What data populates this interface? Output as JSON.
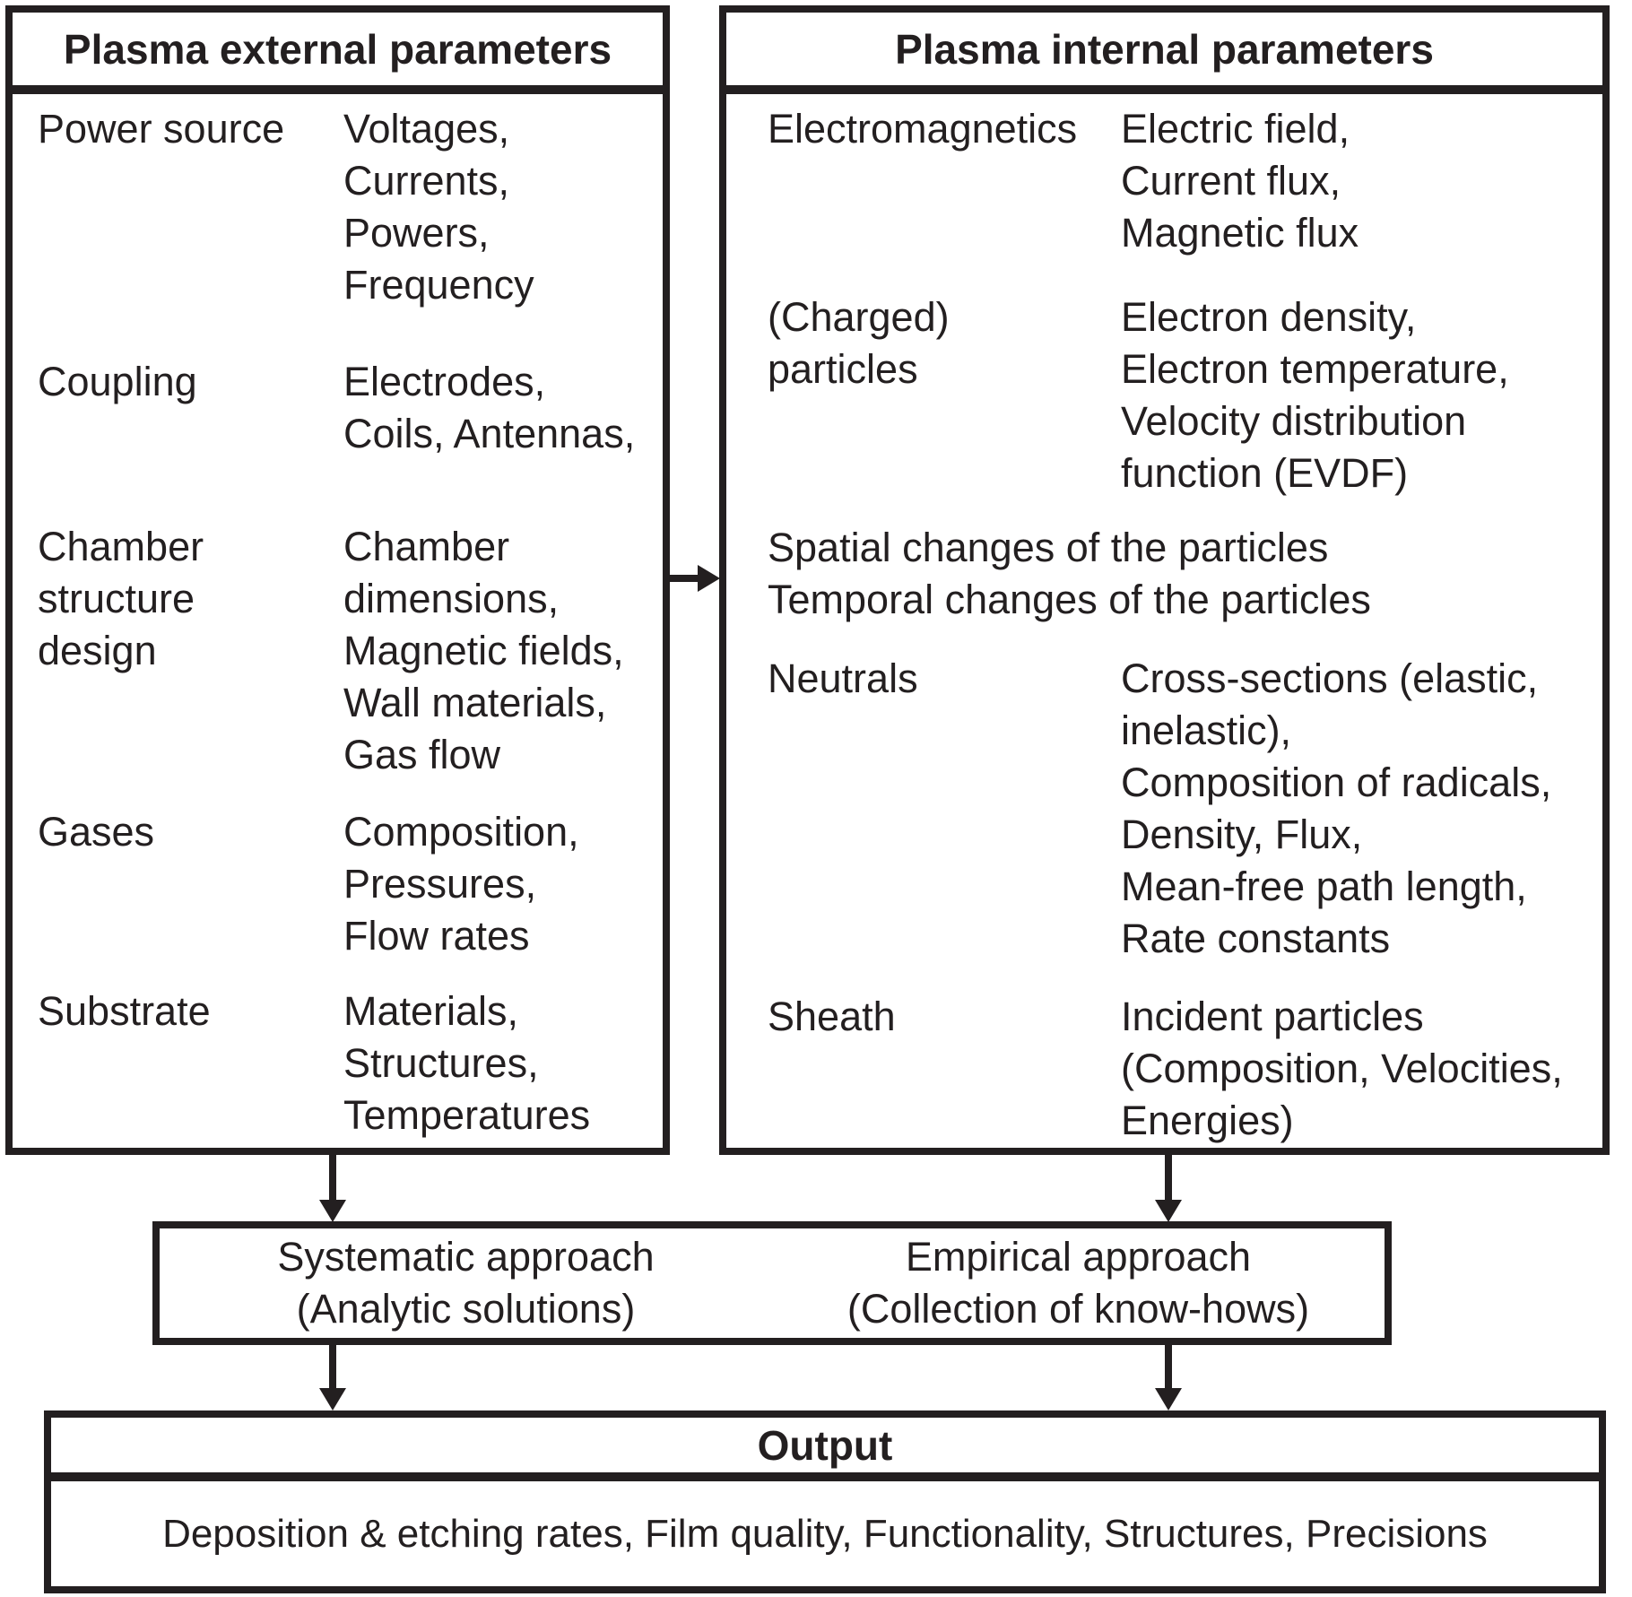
{
  "figure": {
    "background_color": "#ffffff",
    "ink_color": "#231f20"
  },
  "external_panel": {
    "title": "Plasma external parameters",
    "rows": [
      {
        "label": "Power source",
        "value": "Voltages,\nCurrents,\nPowers,\nFrequency"
      },
      {
        "label": "Coupling",
        "value": "Electrodes,\nCoils, Antennas,"
      },
      {
        "label": "Chamber\nstructure\ndesign",
        "value": "Chamber\ndimensions,\nMagnetic fields,\nWall materials,\nGas flow"
      },
      {
        "label": "Gases",
        "value": "Composition,\nPressures,\nFlow rates"
      },
      {
        "label": "Substrate",
        "value": "Materials,\nStructures,\nTemperatures"
      }
    ]
  },
  "internal_panel": {
    "title": "Plasma internal parameters",
    "rows": [
      {
        "label": "Electromagnetics",
        "value": "Electric field,\nCurrent flux,\nMagnetic flux"
      },
      {
        "label": "(Charged)\nparticles",
        "value": "Electron density,\nElectron temperature,\nVelocity distribution\nfunction (EVDF)"
      },
      {
        "label": "Neutrals",
        "value": "Cross-sections (elastic,\ninelastic),\nComposition of radicals,\nDensity, Flux,\nMean-free path length,\nRate constants"
      },
      {
        "label": "Sheath",
        "value": "Incident particles\n(Composition, Velocities,\nEnergies)"
      }
    ],
    "note": "Spatial changes of the particles\nTemporal changes of the particles"
  },
  "approach_panel": {
    "systematic": "Systematic approach\n(Analytic solutions)",
    "empirical": "Empirical approach\n(Collection of know-hows)"
  },
  "output_panel": {
    "title": "Output",
    "body": "Deposition & etching rates, Film quality, Functionality, Structures, Precisions"
  }
}
